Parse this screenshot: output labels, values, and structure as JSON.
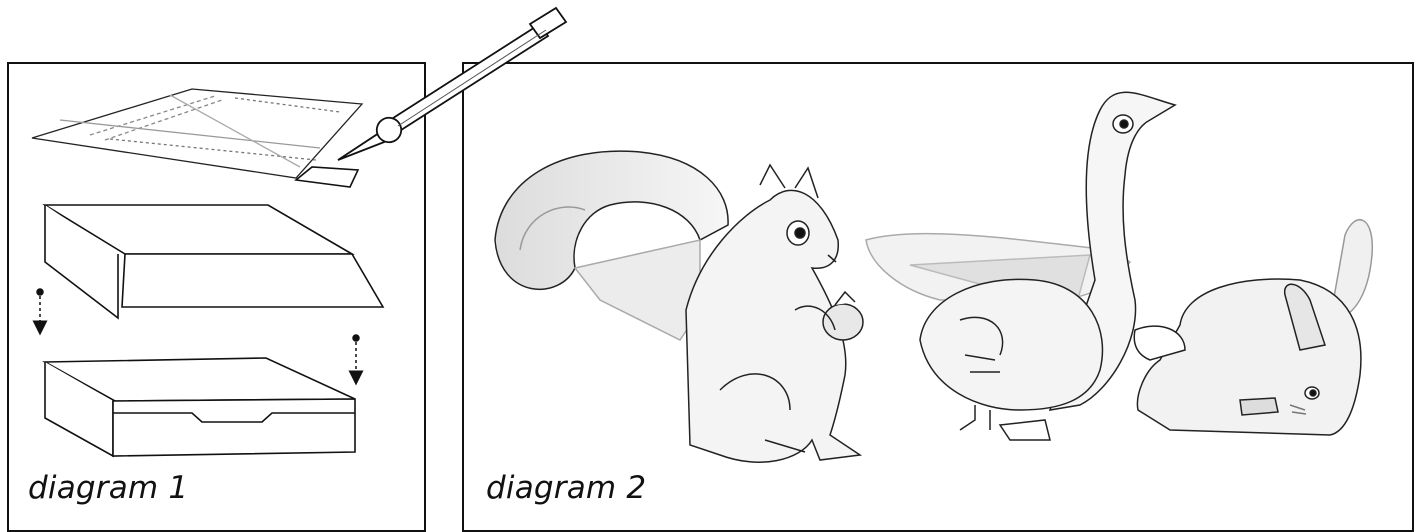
{
  "captions": {
    "diagram1": "diagram 1",
    "diagram2": "diagram 2"
  },
  "figures": {
    "diagram1": [
      "flat-sheet",
      "craft-knife",
      "cut-piece",
      "folded-box-top",
      "assembled-box",
      "dotted-arrows"
    ],
    "diagram2": [
      "paper-squirrel",
      "paper-goose",
      "paper-rabbit"
    ]
  }
}
